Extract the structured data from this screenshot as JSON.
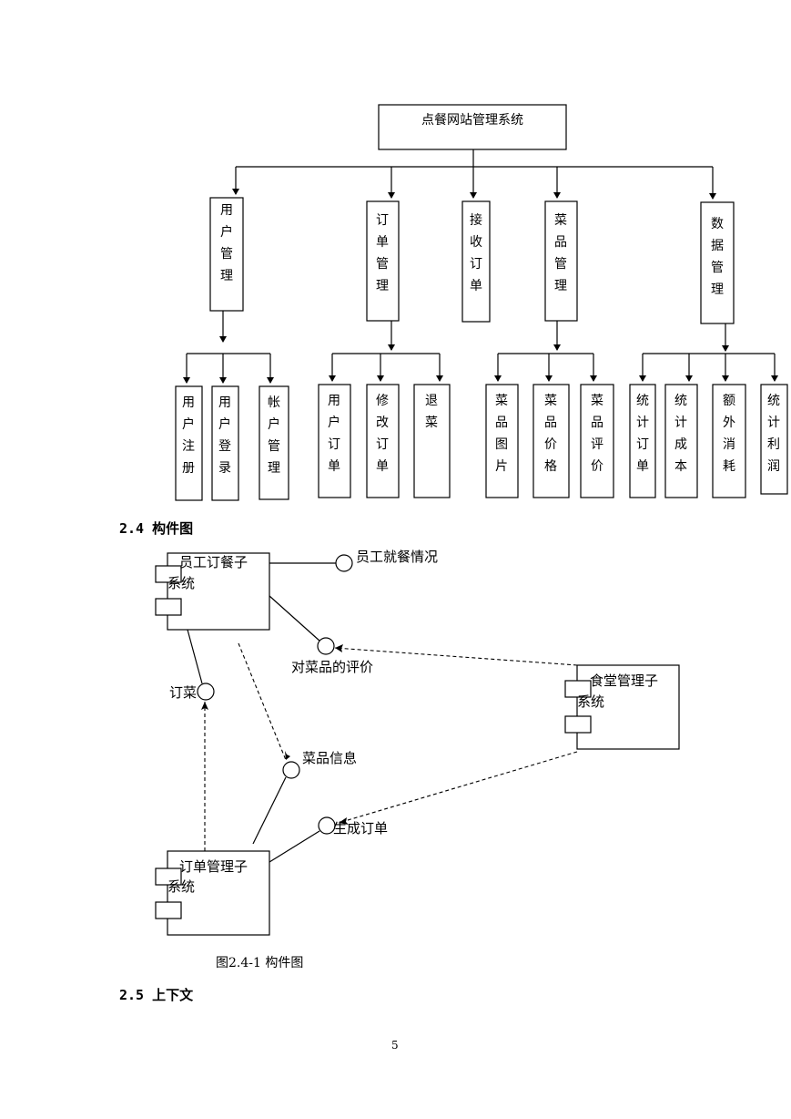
{
  "tree": {
    "root": "点餐网站管理系统",
    "modules": [
      {
        "label": "用户管理",
        "children": [
          "用户注册",
          "用户登录",
          "帐户管理"
        ]
      },
      {
        "label": "订单管理",
        "children": [
          "用户订单",
          "修改订单",
          "退菜"
        ]
      },
      {
        "label": "接收订单",
        "children": []
      },
      {
        "label": "菜品管理",
        "children": [
          "菜品图片",
          "菜品价格",
          "菜品评价"
        ]
      },
      {
        "label": "数据管理",
        "children": [
          "统计订单",
          "统计成本",
          "额外消耗",
          "统计利润"
        ]
      }
    ]
  },
  "section_24": "2.4 构件图",
  "components": {
    "employee": [
      "员工订餐子",
      "系统"
    ],
    "canteen": [
      "食堂管理子",
      "系统"
    ],
    "order": [
      "订单管理子",
      "系统"
    ],
    "interfaces": {
      "dining": "员工就餐情况",
      "review": "对菜品的评价",
      "order_dish": "订菜",
      "dish_info": "菜品信息",
      "gen_order": "生成订单"
    }
  },
  "caption": "图2.4-1 构件图",
  "section_25": "2.5 上下文",
  "page_number": "5"
}
